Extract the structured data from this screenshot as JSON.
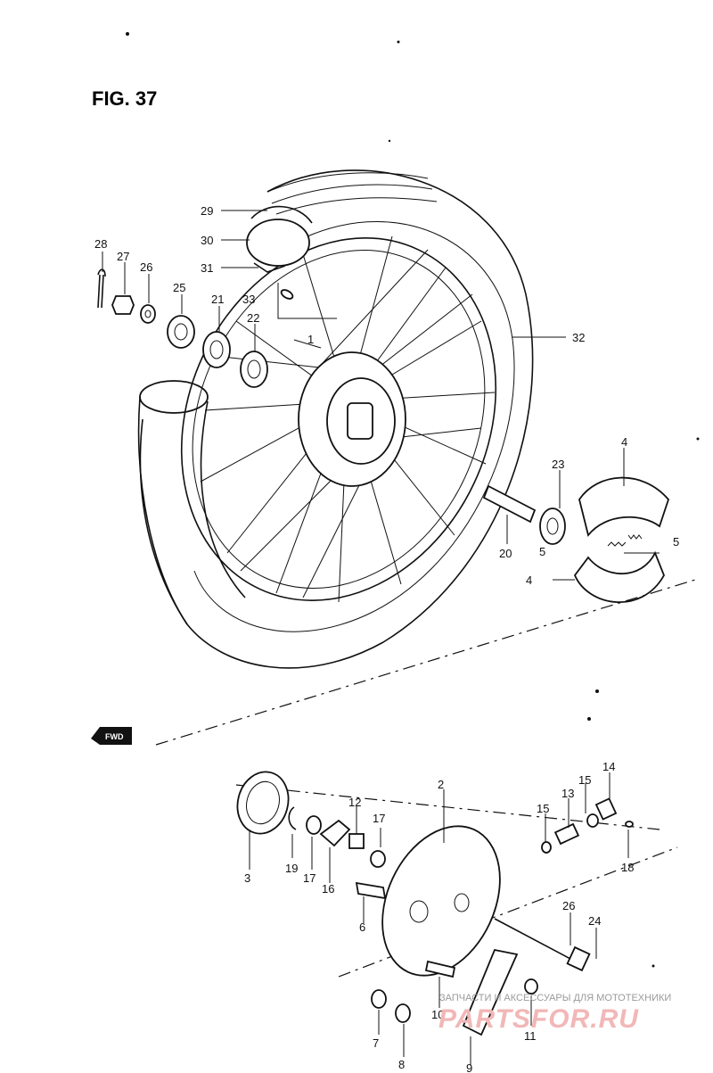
{
  "figure": {
    "title": "FIG. 37"
  },
  "forward_marker": "FWD",
  "watermark": {
    "line1": "ЗАПЧАСТИ И АКСЕССУАРЫ ДЛЯ МОТОТЕХНИКИ",
    "line2": "PARTSFOR.RU"
  },
  "callouts": [
    "1",
    "2",
    "3",
    "4",
    "4",
    "5",
    "5",
    "6",
    "7",
    "8",
    "9",
    "10",
    "11",
    "12",
    "13",
    "14",
    "15",
    "15",
    "16",
    "17",
    "17",
    "18",
    "19",
    "20",
    "21",
    "22",
    "23",
    "24",
    "25",
    "26",
    "26",
    "27",
    "28",
    "29",
    "30",
    "31",
    "32",
    "33"
  ]
}
